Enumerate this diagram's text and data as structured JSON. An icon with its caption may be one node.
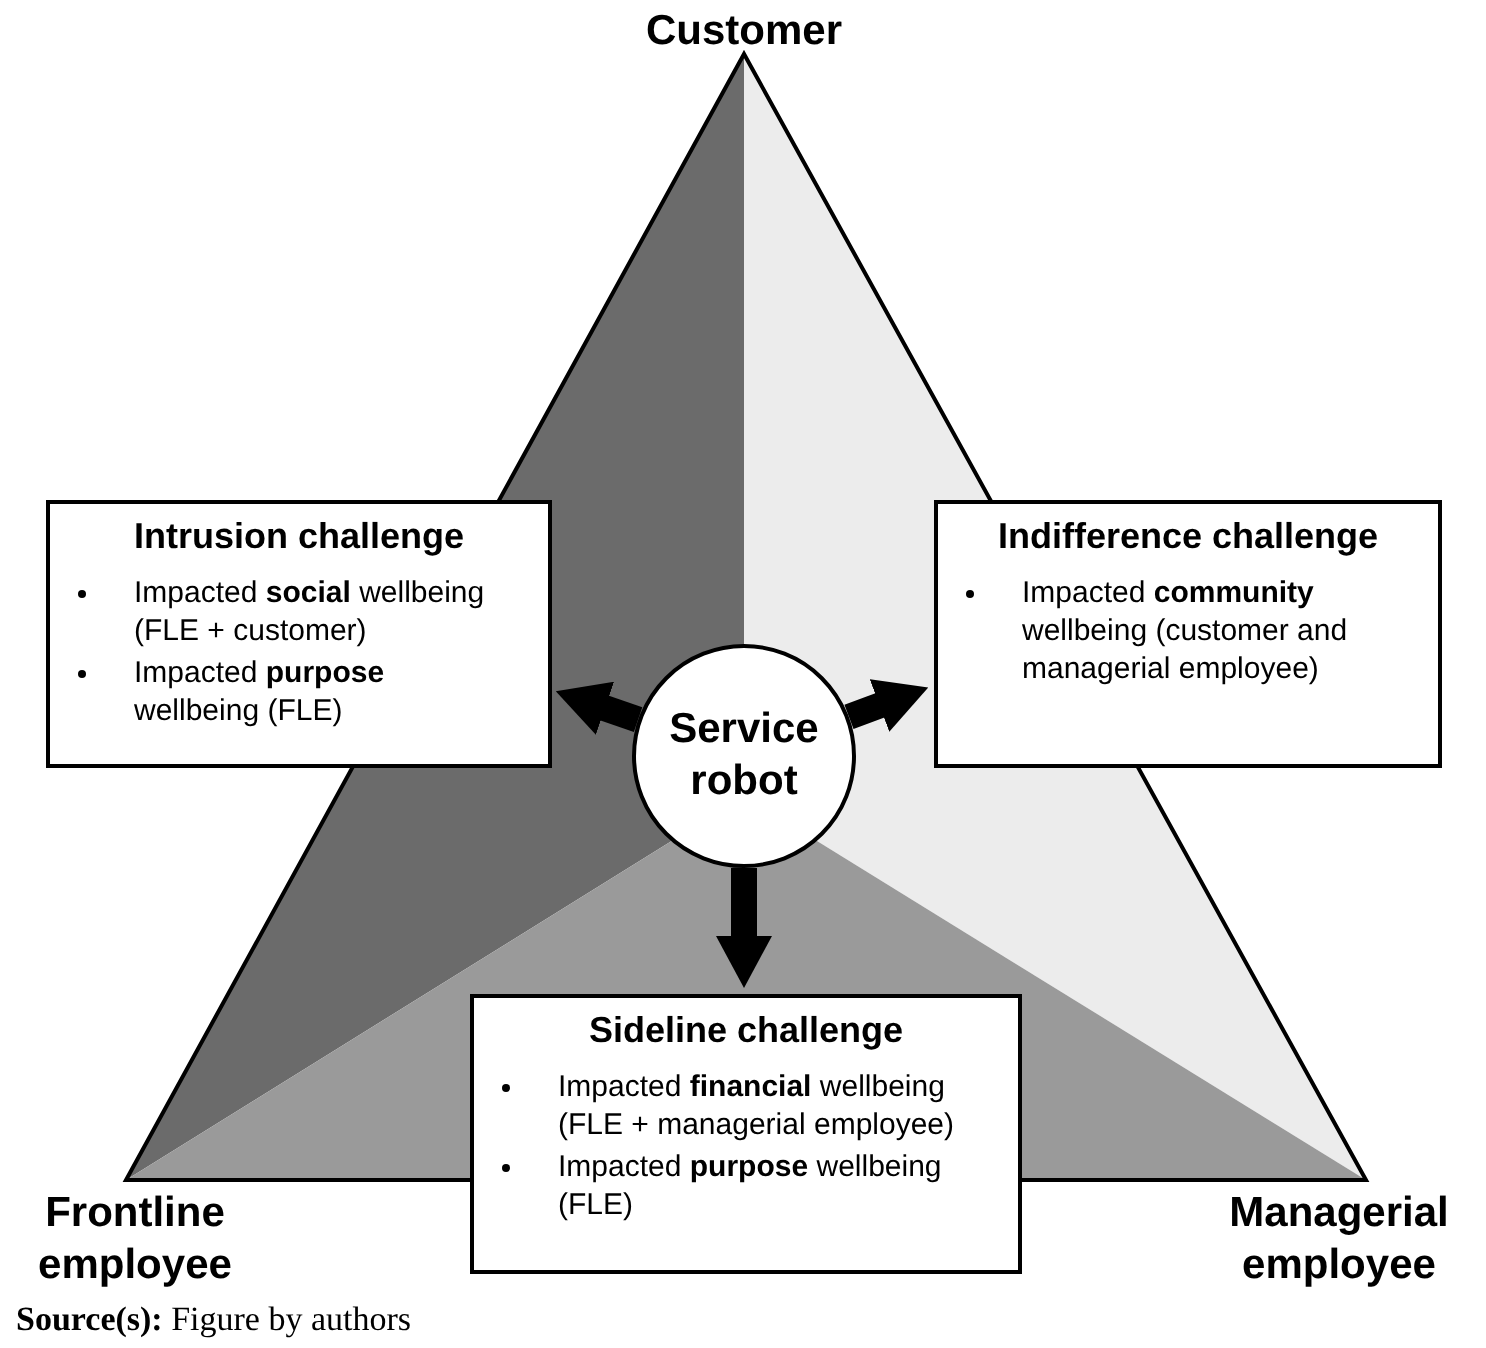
{
  "diagram": {
    "caption": "**Source(s):** Figure by authors",
    "nodes": [
      {
        "text": [
          "Intrusion challenge",
          "Impacted **social** wellbeing (FLE + customer)",
          "Impacted **purpose** wellbeing (FLE)"
        ]
      },
      {
        "text": [
          "Indifference challenge",
          "Impacted **community** wellbeing (customer and managerial employee)"
        ]
      },
      {
        "text": [
          "Service robot"
        ]
      },
      {
        "text": [
          "Sideline challenge",
          "Impacted **financial** wellbeing (FLE + managerial employee)",
          "Impacted **purpose** wellbeing (FLE)"
        ]
      }
    ],
    "edges": [
      {
        "from": 2,
        "to": 0,
        "arrow": "to"
      },
      {
        "from": 2,
        "to": 1,
        "arrow": "to"
      },
      {
        "from": 2,
        "to": 3,
        "arrow": "to"
      }
    ],
    "labels": [
      "Customer",
      "Frontline employee",
      "Managerial employee"
    ]
  }
}
